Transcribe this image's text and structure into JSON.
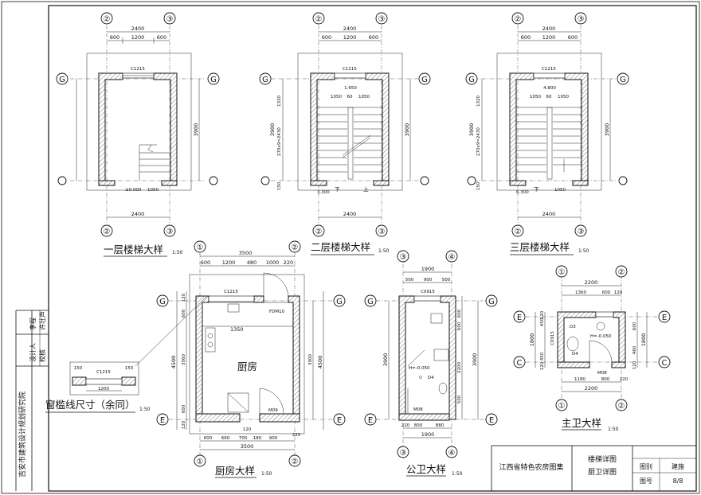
{
  "border": {
    "org_name": "吉安市建筑设计规划研究院",
    "designer_label": "设计人",
    "designer": "李程",
    "checker_label": "校核",
    "checker": "许壮声"
  },
  "titleblock": {
    "atlas": "江西省特色农房图集",
    "sheet_line1": "楼梯详图",
    "sheet_line2": "厨卫详图",
    "category_label": "图别",
    "category": "建施",
    "number_label": "图号",
    "number": "8/8"
  },
  "stair1": {
    "title": "一层楼梯大样",
    "scale": "1:50",
    "dims_top_total": "2400",
    "dims_top_parts": [
      "600",
      "1200",
      "600"
    ],
    "dim_bottom": "2400",
    "dim_side": "3900",
    "window": "C1215",
    "elev": "±0.000",
    "inner_dim": "1050",
    "axes": [
      "②",
      "③",
      "G"
    ]
  },
  "stair2": {
    "title": "二层楼梯大样",
    "scale": "1:50",
    "dims_top_total": "2400",
    "dims_top_parts": [
      "600",
      "1200",
      "600"
    ],
    "dim_bottom": "2400",
    "dim_side_right": "3900",
    "dim_side_left": [
      "1320",
      "270x9=2430",
      "150"
    ],
    "window": "C1215",
    "elev_top": "1.650",
    "elev": "3.300",
    "landing": [
      "1050",
      "60",
      "1050"
    ],
    "up": "上",
    "down": "下"
  },
  "stair3": {
    "title": "三层楼梯大样",
    "scale": "1:50",
    "dims_top_total": "2400",
    "dims_top_parts": [
      "600",
      "1200",
      "600"
    ],
    "dim_bottom": "2400",
    "dim_side_right": "3900",
    "dim_side_left": [
      "1320",
      "270x9=2430",
      "150"
    ],
    "window": "C1215",
    "elev_top": "4.800",
    "elev": "6.300",
    "landing": [
      "1050",
      "60",
      "1050"
    ],
    "inner_dim": "1050",
    "down": "下"
  },
  "kitchen": {
    "title": "厨房大样",
    "scale": "1:50",
    "dims_top_total": "3500",
    "dims_top_parts": [
      "600",
      "1200",
      "480",
      "1000",
      "220"
    ],
    "dims_bottom_total": "3500",
    "dims_bottom_parts": [
      "600",
      "660",
      "700",
      "180",
      "900",
      "220"
    ],
    "dim_120": "120",
    "dims_left": [
      "120",
      "600",
      "3060",
      "600",
      "120"
    ],
    "dim_left_total": "4500",
    "dims_right": [
      "3900"
    ],
    "dim_right_total": "4500",
    "window": "C1215",
    "door_top": "FDM10",
    "door_bot": "M09",
    "inner": "1350",
    "room": "厨房",
    "axes": [
      "①",
      "②",
      "G",
      "E"
    ]
  },
  "threshold": {
    "title": "窗槛线尺寸（余同）",
    "scale": "1:50",
    "window": "C1215",
    "d150a": "150",
    "d150b": "150",
    "d1200": "1200"
  },
  "public_bath": {
    "title": "公卫大样",
    "scale": "1:50",
    "dims_top_total": "1900",
    "dims_top_parts": [
      "500",
      "900",
      "500"
    ],
    "dims_bottom_total": "1900",
    "dims_bottom_parts": [
      "220",
      "800",
      "880"
    ],
    "dims_right": [
      "600",
      "600",
      "2200",
      "500"
    ],
    "dim_right_total": "3900",
    "dim_left_total": "3900",
    "window": "C0915",
    "door": "M08",
    "elev": "H=-0.050",
    "d4": "D4",
    "axes": [
      "③",
      "④",
      "G",
      "E"
    ]
  },
  "master_bath": {
    "title": "主卫大样",
    "scale": "1:50",
    "dims_top_total": "2200",
    "dims_top_parts": [
      "1360",
      "600",
      "120"
    ],
    "dims_bottom_total": "2200",
    "dims_bottom_parts": [
      "1180",
      "800",
      "220"
    ],
    "dims_left": [
      "120",
      "450",
      "1800",
      "450",
      "120"
    ],
    "dims_right": [
      "600",
      "460",
      "1800",
      "120"
    ],
    "window": "C0915",
    "door": "M08",
    "elev": "H=-0.050",
    "d3": "D3",
    "d4": "D4",
    "axes": [
      "①",
      "②",
      "E",
      "C"
    ]
  }
}
